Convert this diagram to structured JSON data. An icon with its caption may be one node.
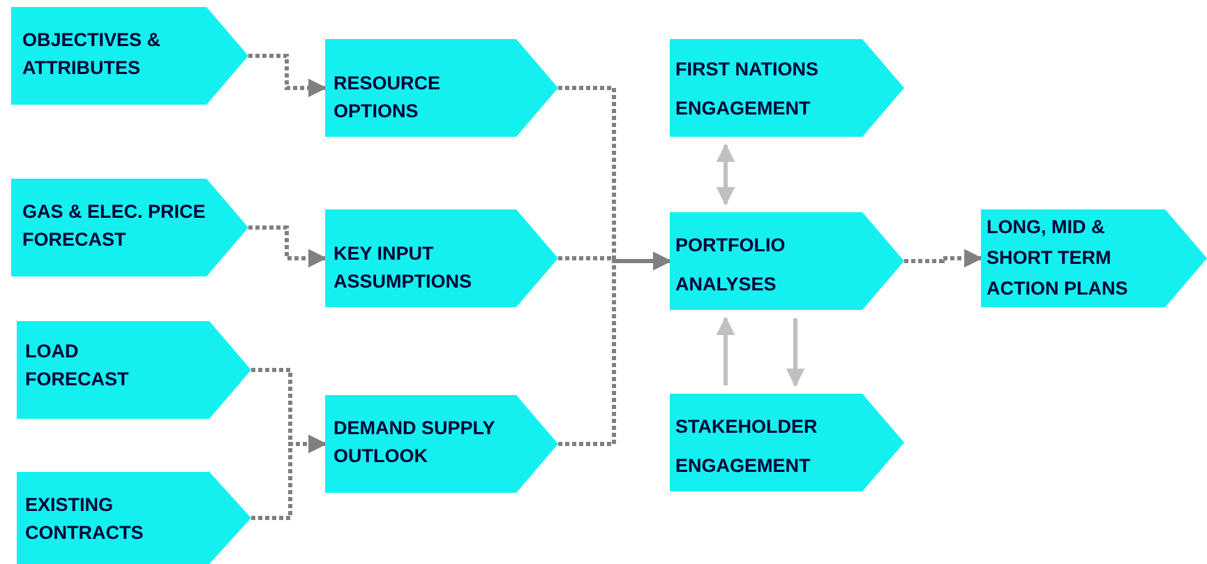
{
  "diagram": {
    "nodes": [
      {
        "text": [
          "OBJECTIVES & ATTRIBUTES"
        ]
      },
      {
        "text": [
          "RESOURCE OPTIONS"
        ]
      },
      {
        "text": [
          "GAS & ELEC. PRICE FORECAST"
        ]
      },
      {
        "text": [
          "KEY INPUT ASSUMPTIONS"
        ]
      },
      {
        "text": [
          "LOAD FORECAST"
        ]
      },
      {
        "text": [
          "EXISTING CONTRACTS"
        ]
      },
      {
        "text": [
          "DEMAND SUPPLY OUTLOOK"
        ]
      },
      {
        "text": [
          "FIRST NATIONS ENGAGEMENT"
        ]
      },
      {
        "text": [
          "PORTFOLIO ANALYSES"
        ]
      },
      {
        "text": [
          "STAKEHOLDER ENGAGEMENT"
        ]
      },
      {
        "text": [
          "LONG, MID & SHORT TERM ACTION PLANS"
        ]
      }
    ],
    "edges": [
      {
        "from": 0,
        "to": 1,
        "arrow": "to",
        "style": "dashed",
        "color": "#808080"
      },
      {
        "from": 2,
        "to": 3,
        "arrow": "to",
        "style": "dashed",
        "color": "#808080"
      },
      {
        "from": 4,
        "to": 6,
        "arrow": "to",
        "style": "dashed",
        "color": "#808080"
      },
      {
        "from": 5,
        "to": 6,
        "arrow": "to",
        "style": "dashed",
        "color": "#808080"
      },
      {
        "from": 1,
        "to": 8,
        "arrow": "to",
        "style": "dashed",
        "color": "#808080"
      },
      {
        "from": 3,
        "to": 8,
        "arrow": "to",
        "style": "dashed",
        "color": "#808080"
      },
      {
        "from": 6,
        "to": 8,
        "arrow": "to",
        "style": "dashed",
        "color": "#808080"
      },
      {
        "from": 8,
        "to": 10,
        "arrow": "to",
        "style": "dashed",
        "color": "#808080"
      },
      {
        "from": 7,
        "to": 8,
        "arrow": "to",
        "color": "#c0c0c0"
      },
      {
        "from": 8,
        "to": 7,
        "arrow": "to",
        "color": "#c0c0c0"
      },
      {
        "from": 8,
        "to": 9,
        "arrow": "to",
        "color": "#c0c0c0"
      },
      {
        "from": 9,
        "to": 8,
        "arrow": "to",
        "color": "#c0c0c0"
      }
    ]
  }
}
